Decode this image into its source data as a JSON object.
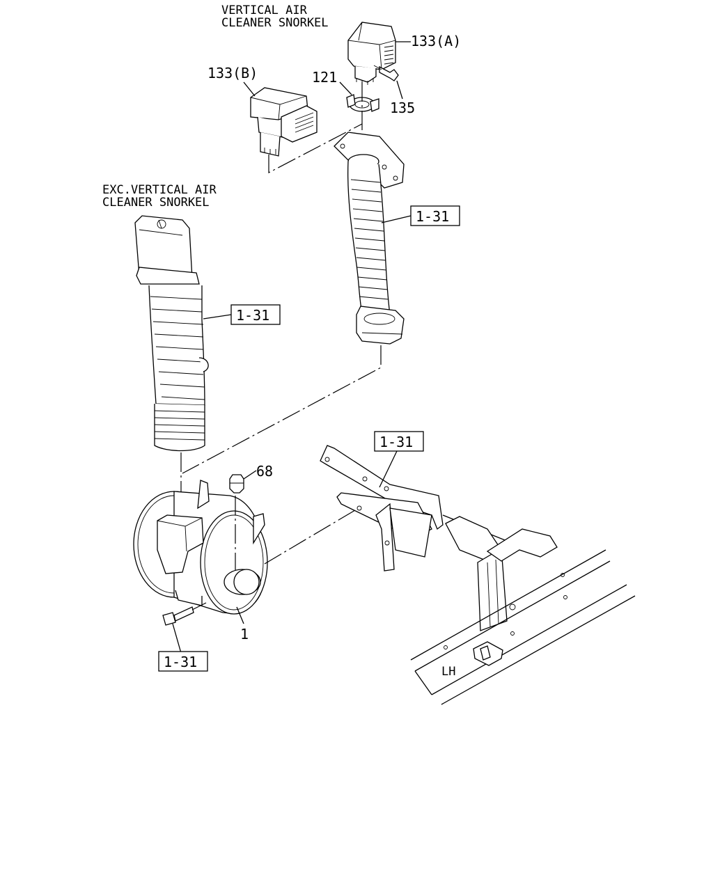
{
  "notes": {
    "vertical_snorkel_line1": "VERTICAL AIR",
    "vertical_snorkel_line2": "CLEANER SNORKEL",
    "exc_snorkel_line1": "EXC.VERTICAL AIR",
    "exc_snorkel_line2": "CLEANER SNORKEL"
  },
  "callouts": {
    "part_133a": "133(A)",
    "part_133b": "133(B)",
    "part_121": "121",
    "part_135": "135",
    "part_68": "68",
    "part_1": "1",
    "ref_upper_duct": "1-31",
    "ref_lower_duct": "1-31",
    "ref_bracket": "1-31",
    "ref_bolt": "1-31"
  },
  "side_label": "LH"
}
